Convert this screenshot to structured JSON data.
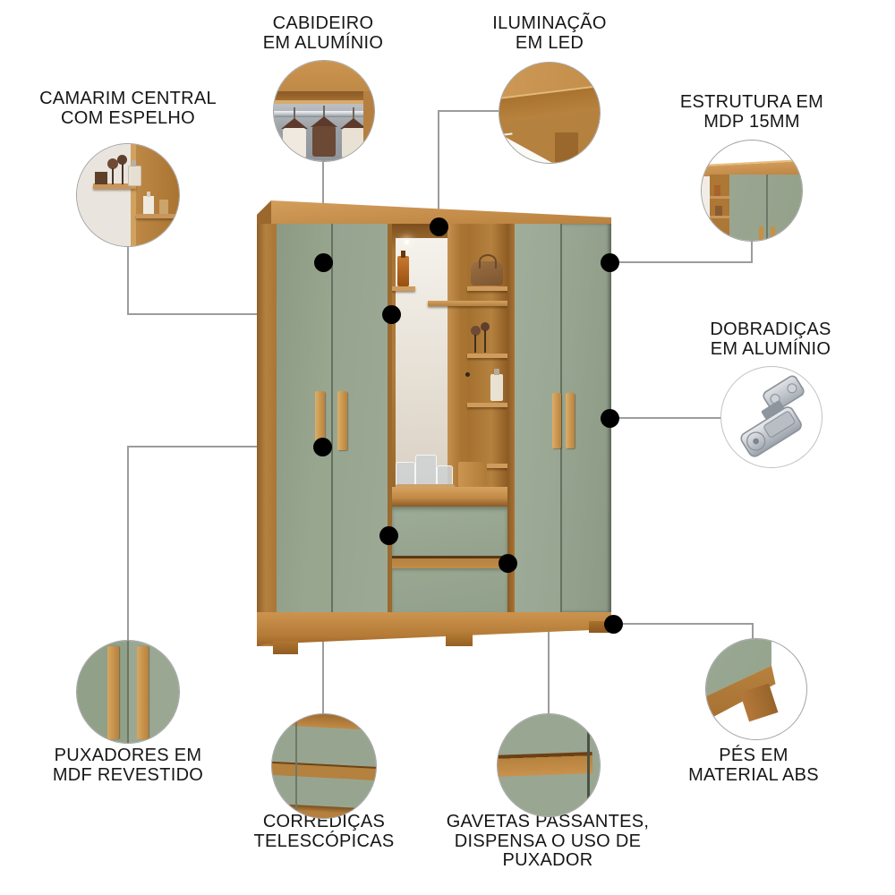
{
  "page": {
    "type": "product-feature-infographic",
    "product": "Guarda-roupa 4 portas com camarim central",
    "background": "#ffffff"
  },
  "callouts": [
    {
      "id": "cabideiro",
      "lines": [
        "CABIDEIRO",
        "EM ALUMÍNIO"
      ]
    },
    {
      "id": "iluminacao",
      "lines": [
        "ILUMINAÇÃO",
        "EM LED"
      ]
    },
    {
      "id": "camarim",
      "lines": [
        "CAMARIM CENTRAL",
        "COM ESPELHO"
      ]
    },
    {
      "id": "estrutura",
      "lines": [
        "ESTRUTURA EM",
        "MDP 15MM"
      ]
    },
    {
      "id": "dobradicas",
      "lines": [
        "DOBRADIÇAS",
        "EM ALUMÍNIO"
      ]
    },
    {
      "id": "puxadores",
      "lines": [
        "PUXADORES EM",
        "MDF REVESTIDO"
      ]
    },
    {
      "id": "corredicas",
      "lines": [
        "CORREDIÇAS",
        "TELESCÓPICAS"
      ]
    },
    {
      "id": "gavetas",
      "lines": [
        "GAVETAS PASSANTES,",
        "DISPENSA O USO DE",
        "PUXADOR"
      ]
    },
    {
      "id": "pes",
      "lines": [
        "PÉS EM",
        "MATERIAL ABS"
      ]
    }
  ],
  "colors": {
    "door_green": "#99a792",
    "door_green_dark": "#8c9a85",
    "wood_light": "#cb944f",
    "wood_mid": "#b5813f",
    "wood_dark": "#9a672c",
    "mirror": "#e9e5de",
    "dot": "#000000",
    "connector_line": "#9c9c9c",
    "label_text": "#161616"
  }
}
